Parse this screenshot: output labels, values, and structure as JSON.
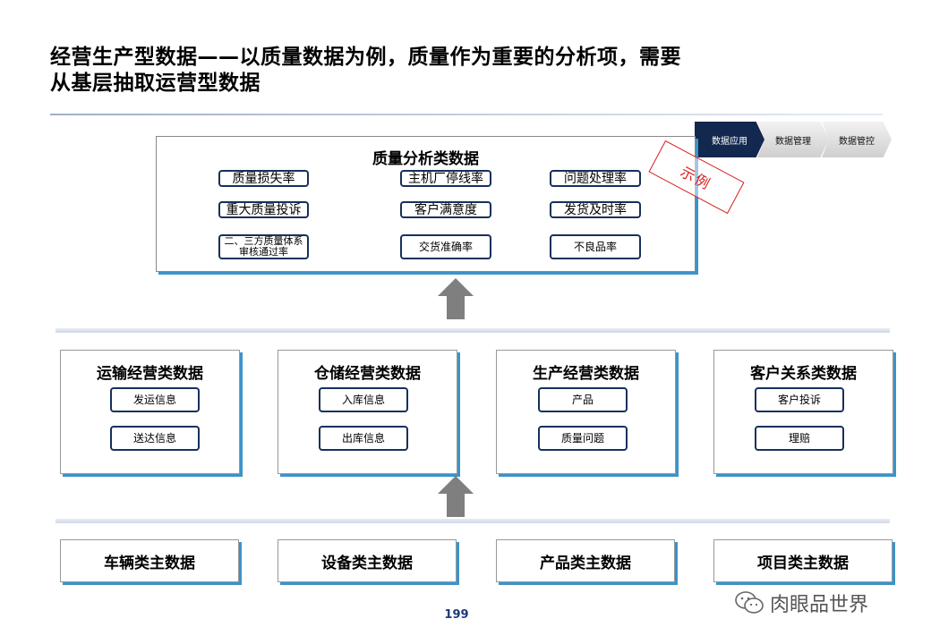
{
  "title": {
    "line1": "经营生产型数据——以质量数据为例，质量作为重要的分析项，需要",
    "line2": "从基层抽取运营型数据"
  },
  "breadcrumb": [
    "数据应用",
    "数据管理",
    "数据管控"
  ],
  "stamp": "示例",
  "quality": {
    "title": "质量分析类数据",
    "metrics": [
      "质量损失率",
      "主机厂停线率",
      "问题处理率",
      "重大质量投诉",
      "客户满意度",
      "发货及时率",
      "二、三方质量体系审核通过率",
      "交货准确率",
      "不良品率"
    ]
  },
  "operations": [
    {
      "title": "运输经营类数据",
      "items": [
        "发运信息",
        "送达信息"
      ]
    },
    {
      "title": "仓储经营类数据",
      "items": [
        "入库信息",
        "出库信息"
      ]
    },
    {
      "title": "生产经营类数据",
      "items": [
        "产品",
        "质量问题"
      ]
    },
    {
      "title": "客户关系类数据",
      "items": [
        "客户投诉",
        "理赔"
      ]
    }
  ],
  "master_data": [
    "车辆类主数据",
    "设备类主数据",
    "产品类主数据",
    "项目类主数据"
  ],
  "page_number": "199",
  "watermark": "肉眼品世界",
  "colors": {
    "navy": "#13284f",
    "accent_blue": "#3b93c9",
    "stamp_red": "#d81e1e",
    "arrow_gray": "#7f7f7f"
  }
}
